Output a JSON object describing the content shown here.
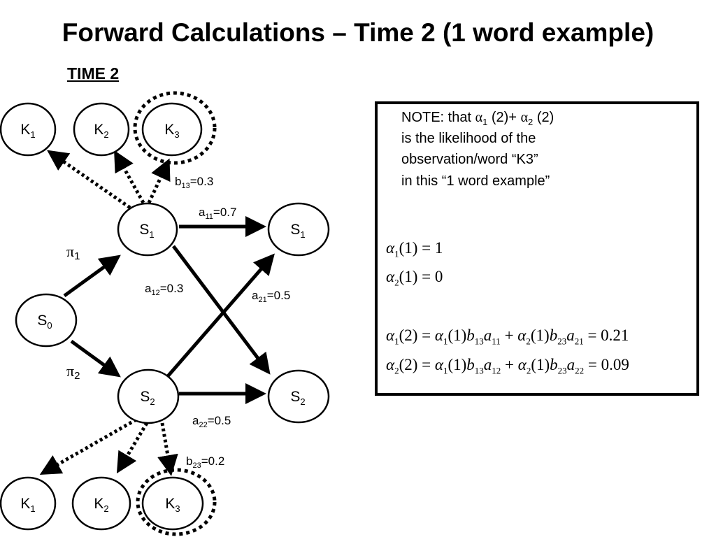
{
  "title": "Forward Calculations – Time 2 (1 word example)",
  "time_label": "TIME 2",
  "nodes": {
    "s0": {
      "base": "S",
      "sub": "0"
    },
    "s1_t1": {
      "base": "S",
      "sub": "1"
    },
    "s2_t1": {
      "base": "S",
      "sub": "2"
    },
    "s1_t2": {
      "base": "S",
      "sub": "1"
    },
    "s2_t2": {
      "base": "S",
      "sub": "2"
    },
    "k1_top": {
      "base": "K",
      "sub": "1"
    },
    "k2_top": {
      "base": "K",
      "sub": "2"
    },
    "k3_top": {
      "base": "K",
      "sub": "3"
    },
    "k1_bottom": {
      "base": "K",
      "sub": "1"
    },
    "k2_bottom": {
      "base": "K",
      "sub": "2"
    },
    "k3_bottom": {
      "base": "K",
      "sub": "3"
    }
  },
  "edge_labels": {
    "pi1": {
      "symbol": "π",
      "sub": "1"
    },
    "pi2": {
      "symbol": "π",
      "sub": "2"
    },
    "a11": {
      "base": "a",
      "sub": "11",
      "value": "=0.7"
    },
    "a12": {
      "base": "a",
      "sub": "12",
      "value": "=0.3"
    },
    "a21": {
      "base": "a",
      "sub": "21",
      "value": "=0.5"
    },
    "a22": {
      "base": "a",
      "sub": "22",
      "value": "=0.5"
    },
    "b13": {
      "base": "b",
      "sub": "13",
      "value": "=0.3"
    },
    "b23": {
      "base": "b",
      "sub": "23",
      "value": "=0.2"
    }
  },
  "note": {
    "line1_prefix": "NOTE: that ",
    "alpha": "α",
    "sub1": "1",
    "mid": " (2)+ ",
    "sub2": "2",
    "suffix": " (2)",
    "line2": "is the likelihood of the",
    "line3": "observation/word “K3”",
    "line4": "in this “1 word example”"
  },
  "equations": {
    "alpha": "α",
    "eq1": {
      "lhs_sub": "1",
      "lhs_arg": "(1) = 1"
    },
    "eq2": {
      "lhs_sub": "2",
      "lhs_arg": "(1) = 0"
    },
    "eq3": {
      "lhs_sub": "1",
      "lhs_arg": "(2) = ",
      "t1_sub": "1",
      "t1_arg": "(1)",
      "b1": "b",
      "b1_sub": "13",
      "a1": "a",
      "a1_sub": "11",
      "plus": " + ",
      "t2_sub": "2",
      "t2_arg": "(1)",
      "b2": "b",
      "b2_sub": "23",
      "a2": "a",
      "a2_sub": "21",
      "result": " = 0.21"
    },
    "eq4": {
      "lhs_sub": "2",
      "lhs_arg": "(2) = ",
      "t1_sub": "1",
      "t1_arg": "(1)",
      "b1": "b",
      "b1_sub": "13",
      "a1": "a",
      "a1_sub": "12",
      "plus": " + ",
      "t2_sub": "2",
      "t2_arg": "(1)",
      "b2": "b",
      "b2_sub": "23",
      "a2": "a",
      "a2_sub": "22",
      "result": " = 0.09"
    }
  }
}
